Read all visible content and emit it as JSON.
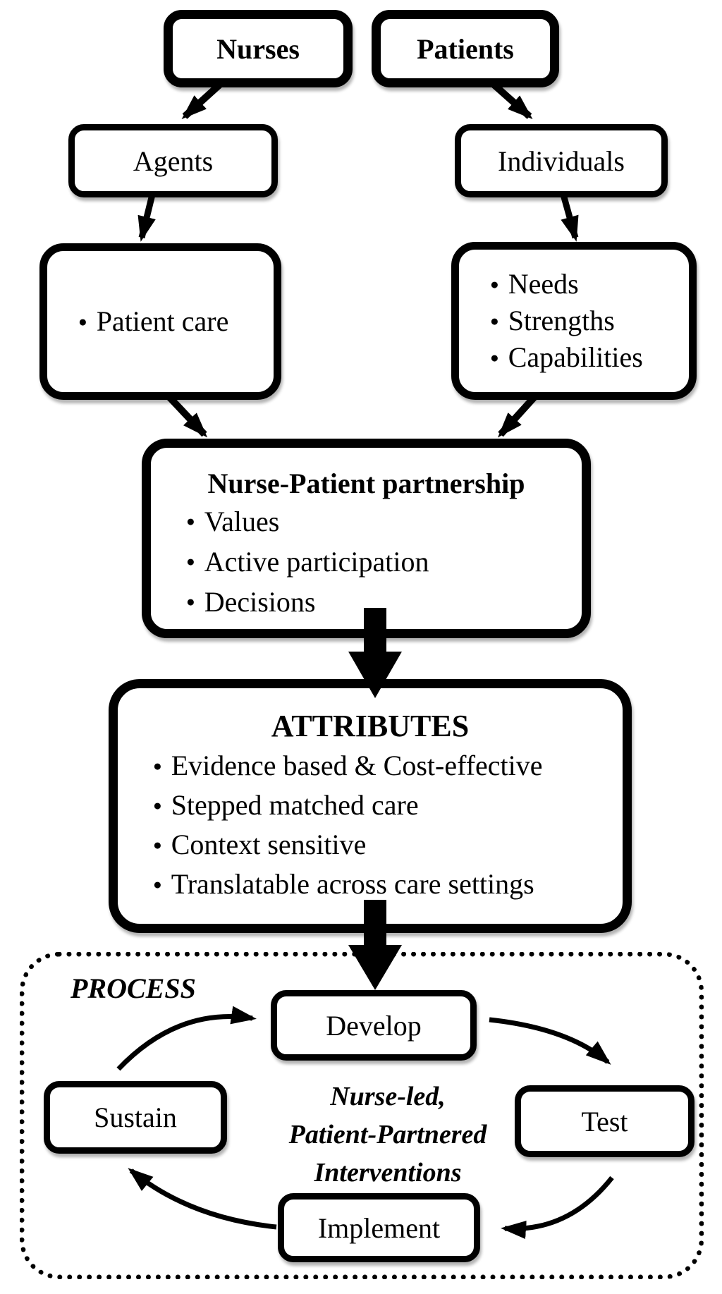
{
  "ui": {
    "bullet": "●"
  },
  "colors": {
    "ink": "#000000",
    "paper": "#ffffff"
  },
  "nodes": {
    "nurses": {
      "label": "Nurses"
    },
    "patients": {
      "label": "Patients"
    },
    "agents": {
      "label": "Agents"
    },
    "individuals": {
      "label": "Individuals"
    },
    "patient_care": {
      "items": [
        "Patient care"
      ]
    },
    "individual_qualities": {
      "items": [
        "Needs",
        "Strengths",
        "Capabilities"
      ]
    },
    "partnership": {
      "title": "Nurse-Patient partnership",
      "items": [
        "Values",
        "Active participation",
        "Decisions"
      ]
    },
    "attributes": {
      "title": "ATTRIBUTES",
      "items": [
        "Evidence based & Cost-effective",
        "Stepped matched care",
        "Context sensitive",
        "Translatable across care settings"
      ]
    },
    "process": {
      "label": "PROCESS",
      "center_text": {
        "line1": "Nurse-led,",
        "line2": "Patient-Partnered",
        "line3": "Interventions"
      },
      "steps": {
        "develop": "Develop",
        "test": "Test",
        "implement": "Implement",
        "sustain": "Sustain"
      }
    }
  }
}
